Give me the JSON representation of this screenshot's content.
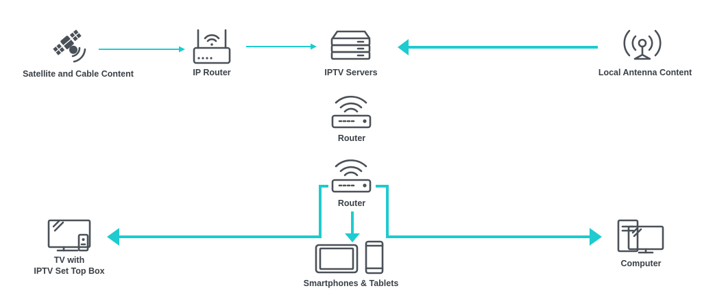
{
  "nodes": {
    "satellite": {
      "label": "Satellite and Cable Content",
      "icon": "satellite-icon"
    },
    "ip_router": {
      "label": "IP Router",
      "icon": "wifi-router-icon"
    },
    "iptv_servers": {
      "label": "IPTV Servers",
      "icon": "server-stack-icon"
    },
    "local_antenna": {
      "label": "Local Antenna Content",
      "icon": "antenna-icon"
    },
    "router_1": {
      "label": "Router",
      "icon": "router-icon"
    },
    "router_2": {
      "label": "Router",
      "icon": "router-icon"
    },
    "tv": {
      "label_line1": "TV with",
      "label_line2": "IPTV Set Top Box",
      "icon": "tv-set-top-box-icon"
    },
    "mobile": {
      "label": "Smartphones & Tablets",
      "icon": "tablet-phone-icon"
    },
    "computer": {
      "label": "Computer",
      "icon": "computer-icon"
    }
  },
  "colors": {
    "accent": "#1ecbcf",
    "icon": "#4a5057",
    "text": "#3a4046"
  }
}
